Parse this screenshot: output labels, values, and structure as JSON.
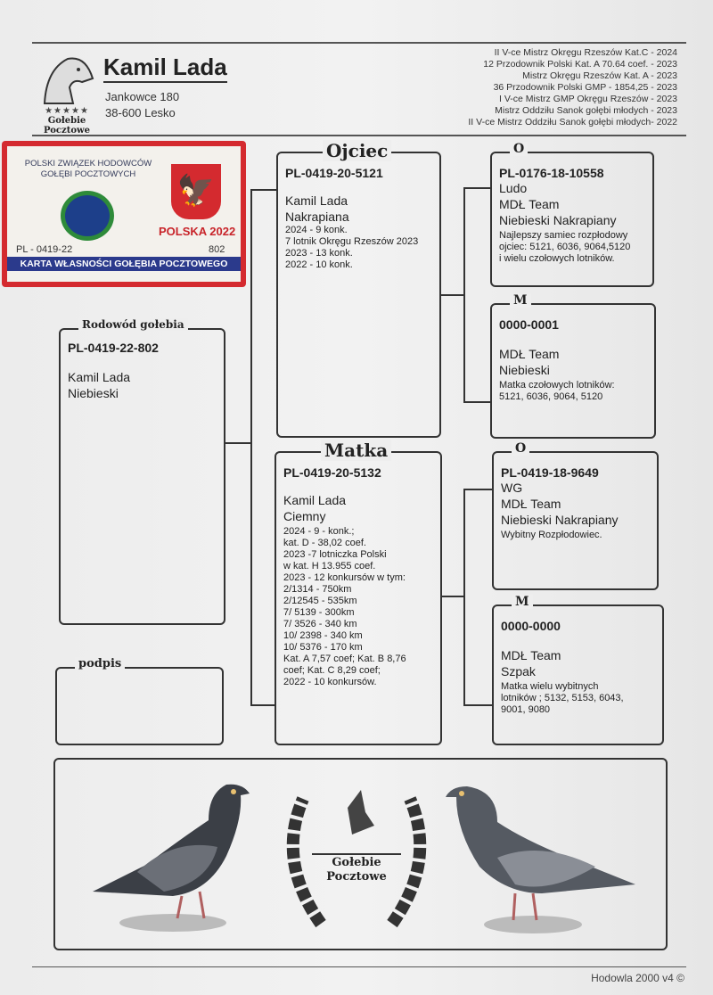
{
  "header": {
    "name": "Kamil Lada",
    "address1": "Jankowce 180",
    "address2": "38-600 Lesko",
    "logo_text": "Gołebie Pocztowe",
    "achievements": [
      "II V-ce Mistrz Okręgu Rzeszów Kat.C - 2024",
      "12 Przodownik Polski Kat. A 70.64 coef. - 2023",
      "Mistrz Okręgu Rzeszów Kat. A  - 2023",
      "36 Przodownik Polski GMP - 1854,25 - 2023",
      "I V-ce Mistrz GMP Okręgu Rzeszów - 2023",
      "Mistrz Oddziłu Sanok gołębi młodych - 2023",
      "II V-ce Mistrz Oddziłu Sanok gołębi młodych- 2022"
    ]
  },
  "card": {
    "org": "POLSKI ZWIĄZEK HODOWCÓW GOŁĘBI POCZTOWYCH",
    "country": "POLSKA 2022",
    "ring_prefix": "PL - 0419-22",
    "ring_no": "802",
    "title": "KARTA WŁASNOŚCI GOŁĘBIA POCZTOWEGO"
  },
  "subject": {
    "legend": "Rodowód gołebia",
    "ring": "PL-0419-22-802",
    "breeder": "Kamil Lada",
    "color": "Niebieski"
  },
  "signature": {
    "legend": "podpis"
  },
  "father": {
    "legend": "Ojciec",
    "ring": "PL-0419-20-5121",
    "breeder": "Kamil Lada",
    "color": "Nakrapiana",
    "notes": [
      "2024 - 9 konk.",
      "7 lotnik Okręgu Rzeszów 2023",
      "2023 - 13 konk.",
      "2022 - 10 konk."
    ]
  },
  "mother": {
    "legend": "Matka",
    "ring": "PL-0419-20-5132",
    "breeder": "Kamil Lada",
    "color": "Ciemny",
    "notes": [
      "2024 - 9 - konk.;",
      "kat. D - 38,02 coef.",
      "2023 -7 lotniczka Polski",
      "w kat. H 13.955 coef.",
      "2023 - 12 konkursów w tym:",
      "2/1314 - 750km",
      "2/12545 - 535km",
      "7/ 5139 - 300km",
      "7/ 3526 - 340 km",
      "10/ 2398 - 340 km",
      "10/ 5376 - 170 km",
      "Kat.  A 7,57 coef; Kat. B 8,76",
      "coef; Kat. C 8,29 coef;",
      "2022 - 10 konkursów."
    ]
  },
  "ff": {
    "legend": "O",
    "ring": "PL-0176-18-10558",
    "name": "Ludo",
    "breeder": "MDŁ Team",
    "color": "Niebieski Nakrapiany",
    "notes": [
      "Najlepszy samiec rozpłodowy",
      "ojciec: 5121, 6036, 9064,5120",
      "i wielu czołowych lotników."
    ]
  },
  "fm": {
    "legend": "M",
    "ring": "0000-0001",
    "breeder": "MDŁ Team",
    "color": "Niebieski",
    "notes": [
      "Matka czołowych lotników:",
      "5121, 6036, 9064, 5120"
    ]
  },
  "mf": {
    "legend": "O",
    "ring": "PL-0419-18-9649",
    "name": "WG",
    "breeder": "MDŁ Team",
    "color": "Niebieski Nakrapiany",
    "notes": [
      "Wybitny Rozpłodowiec."
    ]
  },
  "mm": {
    "legend": "M",
    "ring": "0000-0000",
    "breeder": "MDŁ Team",
    "color": "Szpak",
    "notes": [
      "Matka  wielu wybitnych",
      "lotników ; 5132, 5153, 6043,",
      "9001, 9080"
    ]
  },
  "emblem": {
    "text1": "Gołebie",
    "text2": "Pocztowe"
  },
  "footer": {
    "text": "Hodowla 2000 v4 ©"
  }
}
